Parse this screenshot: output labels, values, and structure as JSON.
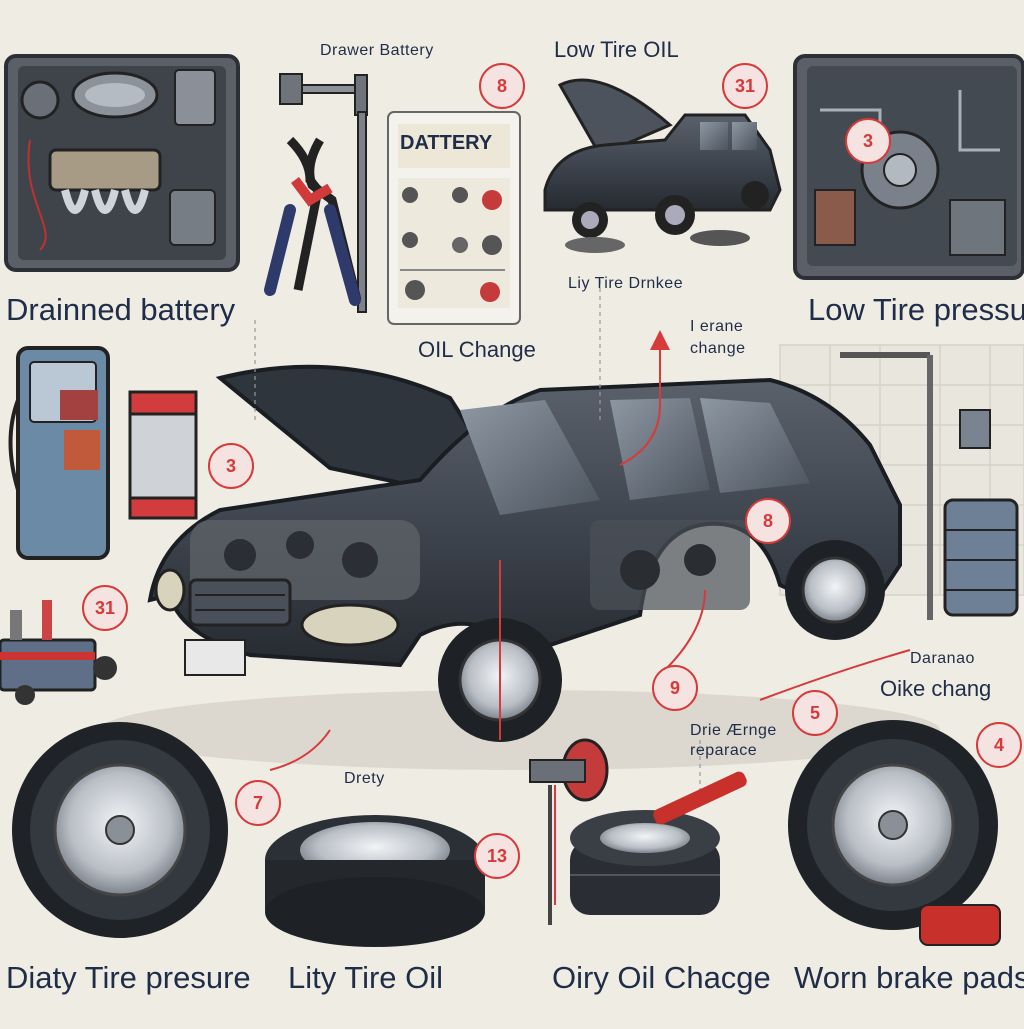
{
  "labels": {
    "drained_battery": "Drainned battery",
    "low_tire_pressure": "Low Tire pressur",
    "dirty_tire_pressure": "Diaty Tire presure",
    "lity_tire_oil": "Lity Tire Oil",
    "oily_oil_change": "Oiry Oil Chacge",
    "worn_brake_pads": "Worn brake pads",
    "oil_change": "OIL Change",
    "low_tire_oil": "Low Tire OIL",
    "drained_battery_small": "Drawer Battery",
    "liy_tire_drncee": "Liy Tire Drnkee",
    "tirane_change": "I erane",
    "tirane_change_2": "change",
    "oike_change_top": "Daranao",
    "oike_change": "Oike chang",
    "drie_change_1": "Drie Ærnge",
    "drie_change_2": "reparace",
    "drety": "Drety",
    "battery_box_title": "DATTERY"
  },
  "badges": {
    "b1": "8",
    "b2": "31",
    "b3": "3",
    "b4": "3",
    "b5": "31",
    "b6": "8",
    "b7": "9",
    "b8": "5",
    "b9": "7",
    "b10": "13",
    "b11": "4"
  },
  "colors": {
    "accent_red": "#d63a3a",
    "navy_text": "#1f2d48",
    "background": "#efece4",
    "car_body": "#3a4049"
  }
}
